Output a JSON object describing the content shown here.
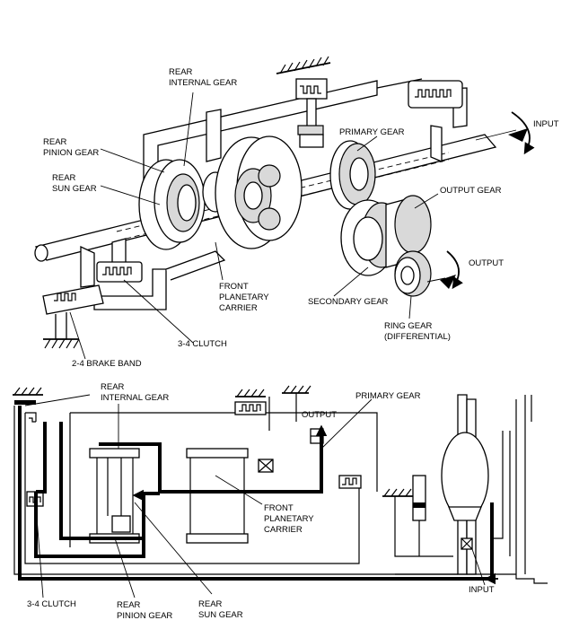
{
  "top_diagram": {
    "labels": {
      "rear_internal_gear": [
        "REAR",
        "INTERNAL GEAR"
      ],
      "rear_pinion_gear": [
        "REAR",
        "PINION GEAR"
      ],
      "rear_sun_gear": [
        "REAR",
        "SUN GEAR"
      ],
      "primary_gear": "PRIMARY GEAR",
      "input": "INPUT",
      "output_gear": "OUTPUT GEAR",
      "output": "OUTPUT",
      "front_planetary_carrier": [
        "FRONT",
        "PLANETARY",
        "CARRIER"
      ],
      "secondary_gear": "SECONDARY GEAR",
      "ring_gear": [
        "RING GEAR",
        "(DIFFERENTIAL)"
      ],
      "clutch_34": "3-4 CLUTCH",
      "brake_band_24": "2-4 BRAKE BAND"
    }
  },
  "bottom_diagram": {
    "labels": {
      "rear_internal_gear": [
        "REAR",
        "INTERNAL GEAR"
      ],
      "output": "OUTPUT",
      "primary_gear": "PRIMARY GEAR",
      "front_planetary_carrier": [
        "FRONT",
        "PLANETARY",
        "CARRIER"
      ],
      "input": "INPUT",
      "clutch_34": "3-4 CLUTCH",
      "rear_pinion_gear": [
        "REAR",
        "PINION GEAR"
      ],
      "rear_sun_gear": [
        "REAR",
        "SUN GEAR"
      ]
    }
  }
}
